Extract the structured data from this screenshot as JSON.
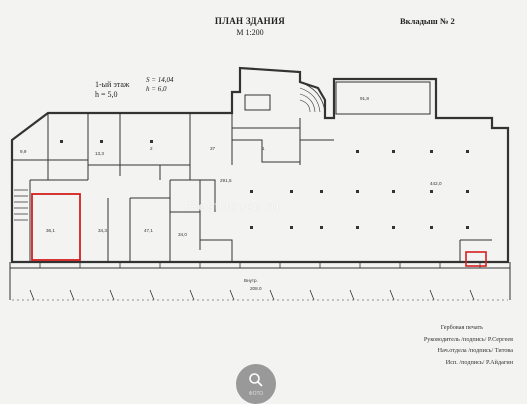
{
  "header": {
    "title": "ПЛАН ЗДАНИЯ",
    "scale": "М 1:200",
    "insert": "Вкладыш № 2"
  },
  "floor": {
    "label": "1-ый этаж",
    "height": "h = 5,0",
    "note_1": "S = 14,04",
    "note_2": "h = 6,0"
  },
  "rooms": [
    "9,9",
    "13,3",
    "2",
    "37",
    "1",
    "291,5",
    "442,0",
    "91,8",
    "36,1",
    "34,3",
    "47,1",
    "34,0",
    "Внутр.",
    "208.0"
  ],
  "watermark": "RestHouse.ru",
  "footer": [
    "Гербовая печать",
    "Руководитель /подпись/ Р.Сергеев",
    "Нач.отдела /подпись/ Титова",
    "Исп. /подпись/ Р.Айдагин"
  ],
  "zoom_label": "ФОТО"
}
